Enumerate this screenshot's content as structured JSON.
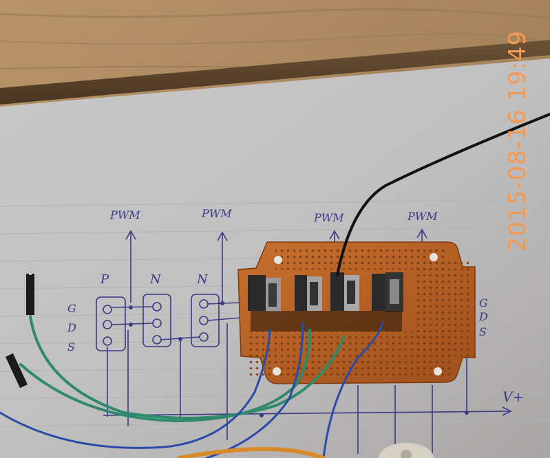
{
  "photo": {
    "timestamp": "2015-08-16 19:49",
    "timestamp_color": "#f09a56"
  },
  "schematic": {
    "pwm_label": "PWM",
    "transistor_labels": [
      "P",
      "N",
      "N"
    ],
    "pin_labels_left": [
      "G",
      "D",
      "S"
    ],
    "pin_labels_right": [
      "G",
      "D",
      "S"
    ],
    "supply_label": "V+",
    "ink_color": "#3a3a86"
  },
  "icons": [
    "protoboard",
    "mosfet",
    "jumper-wire",
    "dupont-connector"
  ]
}
